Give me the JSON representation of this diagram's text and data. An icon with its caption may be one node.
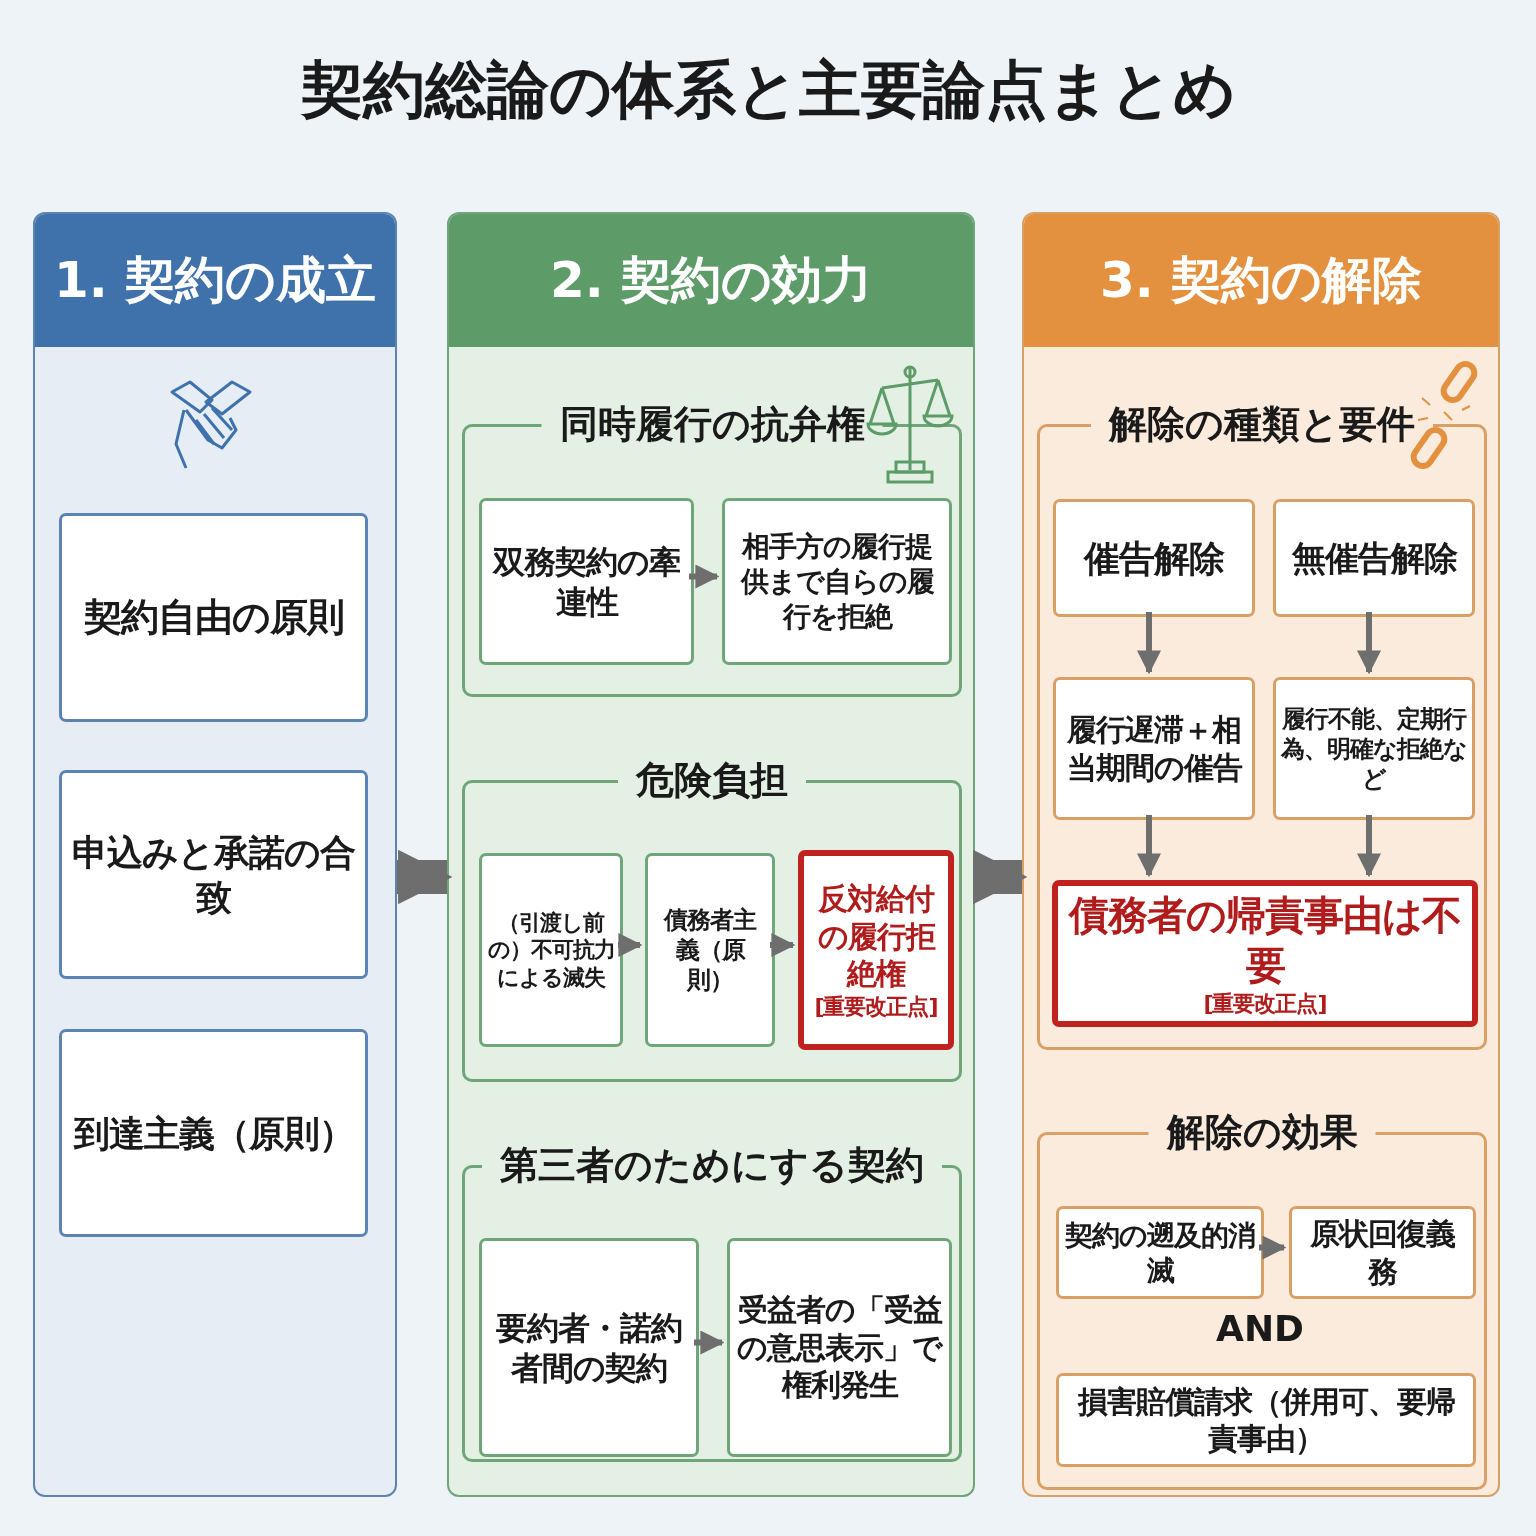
{
  "diagram": {
    "title": "契約総論の体系と主要論点まとめ",
    "nodes": [
      {
        "text": [
          "1. 契約の成立"
        ]
      },
      {
        "text": [
          "契約自由の原則"
        ],
        "in": 0
      },
      {
        "text": [
          "申込みと承諾の合致"
        ],
        "in": 0
      },
      {
        "text": [
          "到達主義（原則）"
        ],
        "in": 0
      },
      {
        "text": [
          "2. 契約の効力"
        ]
      },
      {
        "text": [
          "同時履行の抗弁権"
        ],
        "in": 4
      },
      {
        "text": [
          "双務契約の牽連性"
        ],
        "in": 5
      },
      {
        "text": [
          "相手方の履行提供まで自らの履行を拒絶"
        ],
        "in": 5
      },
      {
        "text": [
          "危険負担"
        ],
        "in": 4
      },
      {
        "text": [
          "（引渡し前の）不可抗力による滅失"
        ],
        "in": 8
      },
      {
        "text": [
          "債務者主義（原則）"
        ],
        "in": 8
      },
      {
        "text": [
          "反対給付の履行拒絶権",
          "[重要改正点]"
        ],
        "in": 8
      },
      {
        "text": [
          "第三者のためにする契約"
        ],
        "in": 4
      },
      {
        "text": [
          "要約者・諾約者間の契約"
        ],
        "in": 12
      },
      {
        "text": [
          "受益者の「受益の意思表示」で権利発生"
        ],
        "in": 12
      },
      {
        "text": [
          "3. 契約の解除"
        ]
      },
      {
        "text": [
          "解除の種類と要件"
        ],
        "in": 15
      },
      {
        "text": [
          "催告解除"
        ],
        "in": 16
      },
      {
        "text": [
          "無催告解除"
        ],
        "in": 16
      },
      {
        "text": [
          "履行遅滞＋相当期間の催告"
        ],
        "in": 16
      },
      {
        "text": [
          "履行不能、定期行為、明確な拒絶など"
        ],
        "in": 16
      },
      {
        "text": [
          "債務者の帰責事由は不要",
          "[重要改正点]"
        ],
        "in": 16
      },
      {
        "text": [
          "解除の効果"
        ],
        "in": 15
      },
      {
        "text": [
          "契約の遡及的消滅"
        ],
        "in": 22
      },
      {
        "text": [
          "原状回復義務"
        ],
        "in": 22
      },
      {
        "text": [
          "損害賠償請求（併用可、要帰責事由）"
        ],
        "in": 22
      }
    ],
    "edges": [
      {
        "from": 0,
        "to": 4,
        "arrow": "to",
        "style": "thick"
      },
      {
        "from": 4,
        "to": 15,
        "arrow": "to",
        "style": "thick"
      },
      {
        "from": 6,
        "to": 7,
        "arrow": "to"
      },
      {
        "from": 9,
        "to": 10,
        "arrow": "to"
      },
      {
        "from": 10,
        "to": 11,
        "arrow": "to"
      },
      {
        "from": 13,
        "to": 14,
        "arrow": "to"
      },
      {
        "from": 17,
        "to": 19,
        "arrow": "to"
      },
      {
        "from": 18,
        "to": 20,
        "arrow": "to"
      },
      {
        "from": 19,
        "to": 21,
        "arrow": "to"
      },
      {
        "from": 20,
        "to": 21,
        "arrow": "to"
      },
      {
        "from": 23,
        "to": 24,
        "arrow": "to"
      }
    ],
    "labels": [
      "AND"
    ]
  }
}
